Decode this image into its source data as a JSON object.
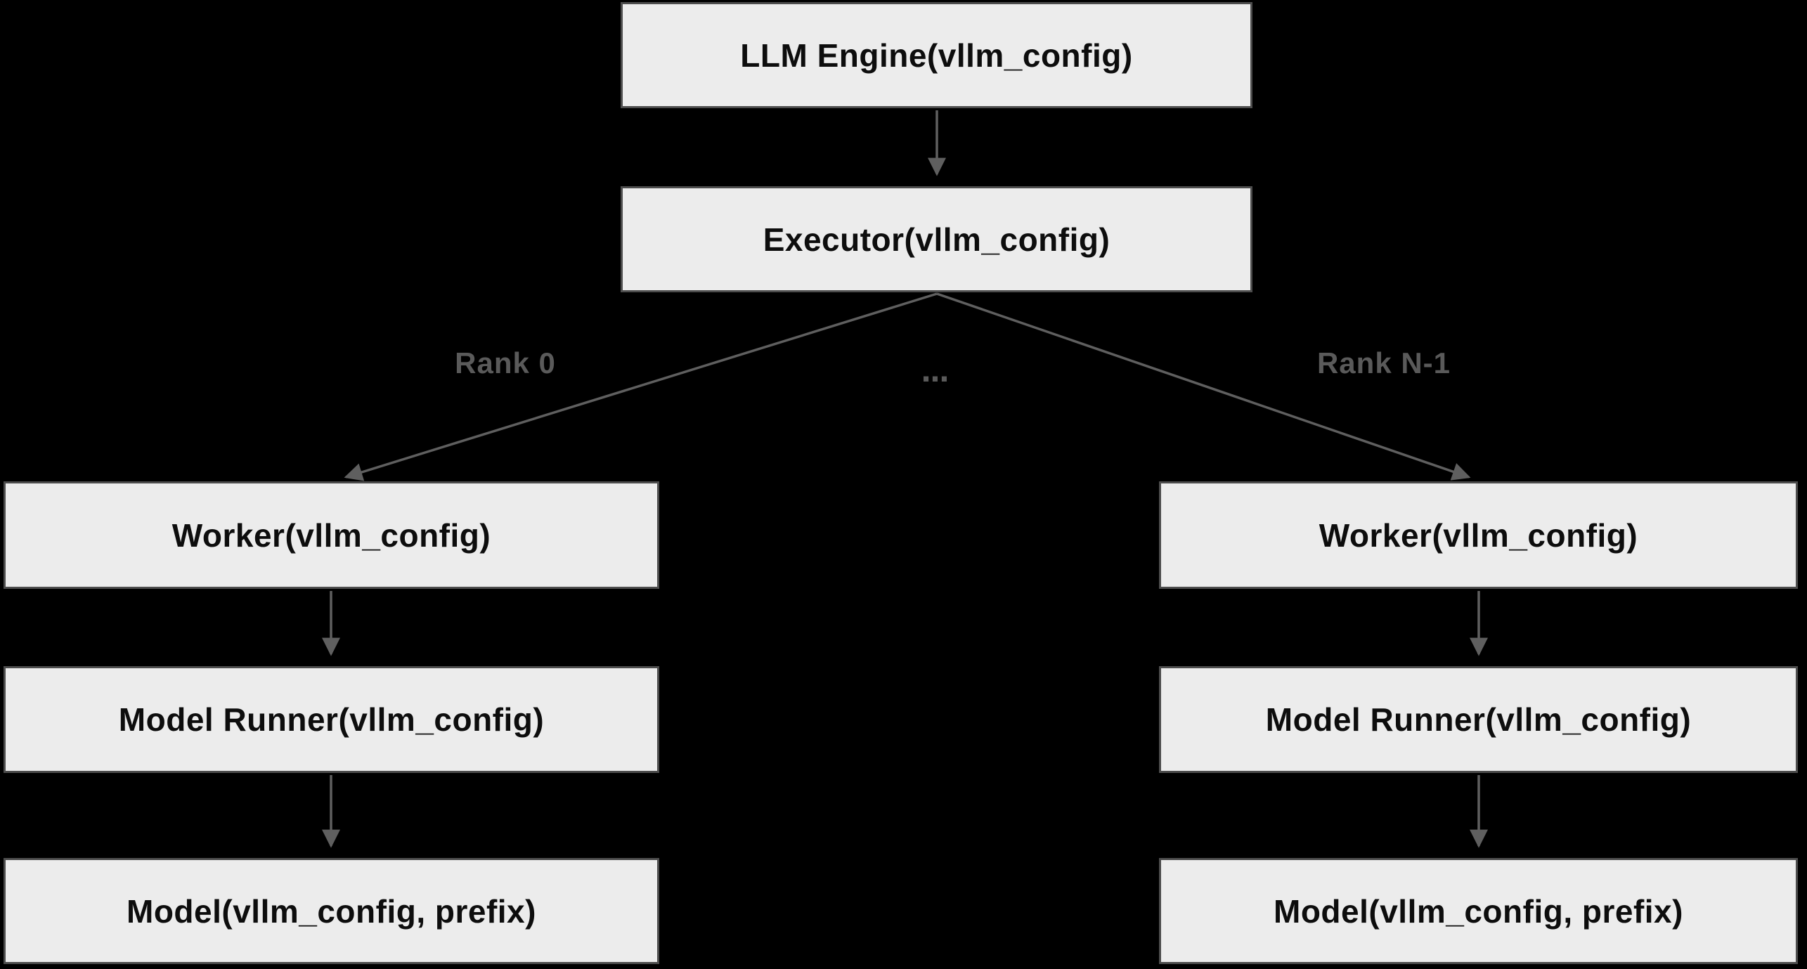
{
  "nodes": {
    "llm_engine": {
      "label": "LLM Engine(vllm_config)"
    },
    "executor": {
      "label": "Executor(vllm_config)"
    },
    "worker_0": {
      "label": "Worker(vllm_config)"
    },
    "model_runner_0": {
      "label": "Model Runner(vllm_config)"
    },
    "model_0": {
      "label": "Model(vllm_config, prefix)"
    },
    "worker_n": {
      "label": "Worker(vllm_config)"
    },
    "model_runner_n": {
      "label": "Model Runner(vllm_config)"
    },
    "model_n": {
      "label": "Model(vllm_config, prefix)"
    }
  },
  "edge_labels": {
    "rank_0": "Rank 0",
    "ellipsis": "...",
    "rank_n_1": "Rank N-1"
  },
  "colors": {
    "background": "#000000",
    "node_fill": "#ececec",
    "node_border": "#4d4d4d",
    "node_text": "#0d0d0d",
    "edge": "#5f5f5f",
    "edge_label": "#5a5a5a"
  }
}
